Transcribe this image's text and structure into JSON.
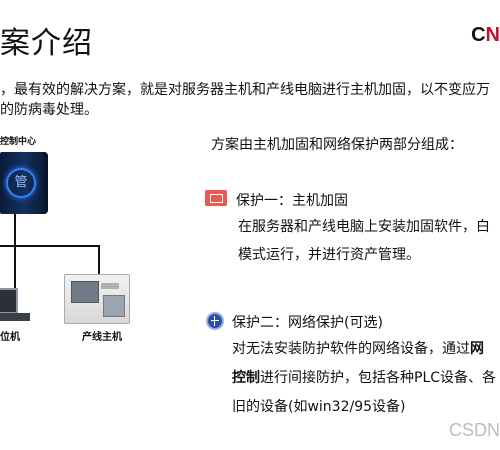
{
  "header": {
    "title": "案介绍",
    "logo_prefix": "C",
    "logo_mid": "N"
  },
  "intro": {
    "line1": "，最有效的解决方案，就是对服务器主机和产线电脑进行主机加固，以不变应万",
    "line2": "的防病毒处理。"
  },
  "diagram": {
    "center_label": "控制中心",
    "server_icon_char": "管",
    "pc_label": "位机",
    "machine_label": "产线主机"
  },
  "main": {
    "subtitle": "方案由主机加固和网络保护两部分组成：",
    "protection1": {
      "icon": "monitor-icon",
      "title": "保护一：主机加固",
      "line1": "在服务器和产线电脑上安装加固软件，白",
      "line2": "模式运行，并进行资产管理。"
    },
    "protection2": {
      "icon": "globe-icon",
      "title": "保护二：网络保护(可选)",
      "line1_a": "对无法安装防护软件的网络设备，通过",
      "line1_b": "网",
      "line2_a": "控制",
      "line2_b": "进行间接防护，包括各种PLC设备、各",
      "line3": "旧的设备(如win32/95设备)"
    }
  },
  "watermark": "CSDN",
  "colors": {
    "brand_red": "#c8102e",
    "icon_red": "#e85a50",
    "icon_blue": "#2c4f9e"
  }
}
